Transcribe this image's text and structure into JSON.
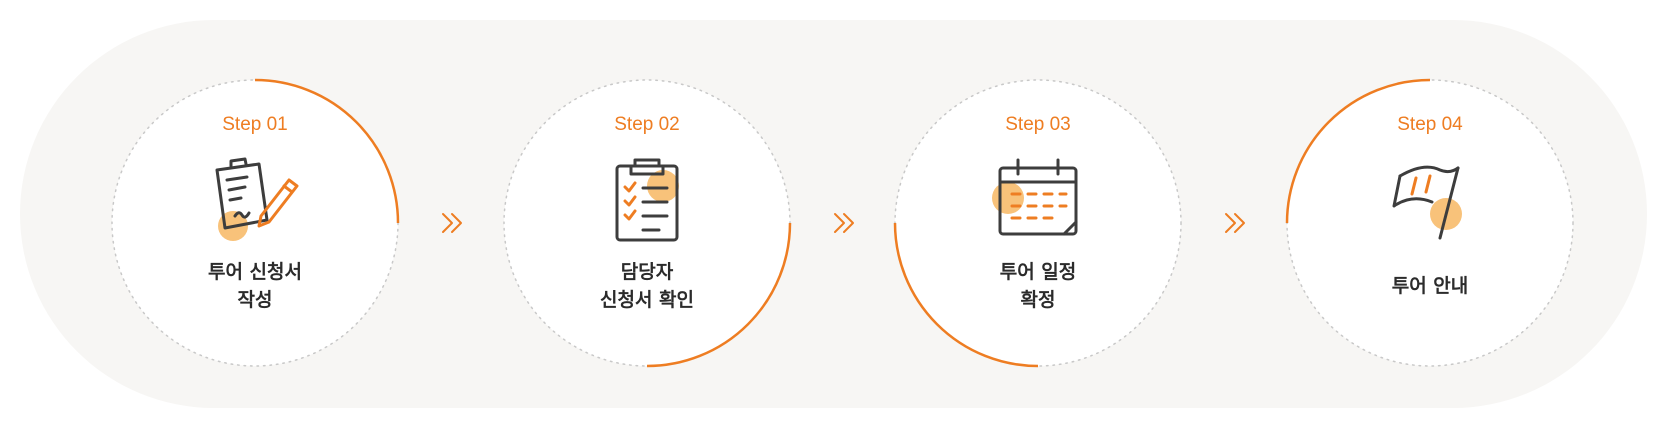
{
  "steps": [
    {
      "label": "Step 01",
      "title": "투어 신청서\n작성",
      "icon": "application-form-icon"
    },
    {
      "label": "Step 02",
      "title": "담당자\n신청서 확인",
      "icon": "checklist-clipboard-icon"
    },
    {
      "label": "Step 03",
      "title": "투어 일정\n확정",
      "icon": "calendar-icon"
    },
    {
      "label": "Step 04",
      "title": "투어 안내",
      "icon": "flag-icon"
    }
  ],
  "colors": {
    "accent": "#ee7d22",
    "accent_soft": "#f8c27a",
    "background": "#f7f6f4",
    "text": "#2b2b2b",
    "icon_stroke": "#3d3d3d"
  },
  "connector_icon": "double-chevron-right-icon"
}
